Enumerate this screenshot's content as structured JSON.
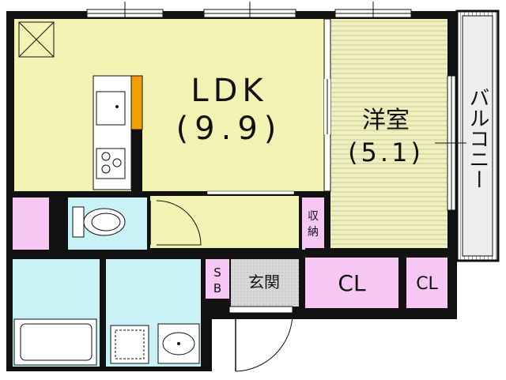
{
  "rooms": {
    "ldk": {
      "name": "LDK",
      "size": "(9.9)"
    },
    "western": {
      "name": "洋室",
      "size": "(5.1)"
    },
    "balcony": {
      "name": "バルコニー"
    },
    "storage": {
      "name_line1": "収",
      "name_line2": "納"
    },
    "cl_large": {
      "name": "CL"
    },
    "cl_small": {
      "name": "CL"
    },
    "entrance": {
      "name": "玄関"
    },
    "shoebox": {
      "name_line1": "S",
      "name_line2": "B"
    }
  },
  "colors": {
    "ldk": "#f2f2b3",
    "western": "#eef0bd",
    "wet": "#c8f2f6",
    "storage": "#f6c7f3",
    "entrance": "#d8d8d8",
    "wall": "#111111",
    "accent": "#f0a000"
  }
}
